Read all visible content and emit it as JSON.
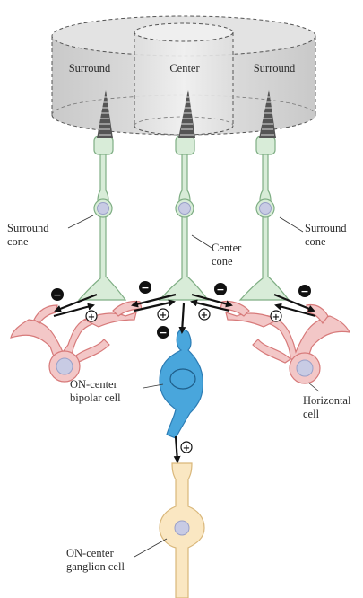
{
  "labels": {
    "surround_left": "Surround",
    "center": "Center",
    "surround_right": "Surround",
    "surround_cone_left_1": "Surround",
    "surround_cone_left_2": "cone",
    "center_cone_1": "Center",
    "center_cone_2": "cone",
    "surround_cone_right_1": "Surround",
    "surround_cone_right_2": "cone",
    "bipolar_1": "ON-center",
    "bipolar_2": "bipolar cell",
    "horizontal_1": "Horizontal",
    "horizontal_2": "cell",
    "ganglion_1": "ON-center",
    "ganglion_2": "ganglion cell"
  },
  "signs": {
    "minus": "−",
    "plus": "+"
  },
  "colors": {
    "cone_fill": "#d8ecd8",
    "cone_stroke": "#7fae84",
    "nucleus": "#c8cbe4",
    "horizontal_fill": "#f3c7c7",
    "horizontal_stroke": "#d77a7a",
    "bipolar_fill": "#49a6dc",
    "bipolar_stroke": "#2c7cb4",
    "ganglion_fill": "#fae7c2",
    "ganglion_stroke": "#d9b77a",
    "cylinder_fill": "#d7d7d7"
  }
}
